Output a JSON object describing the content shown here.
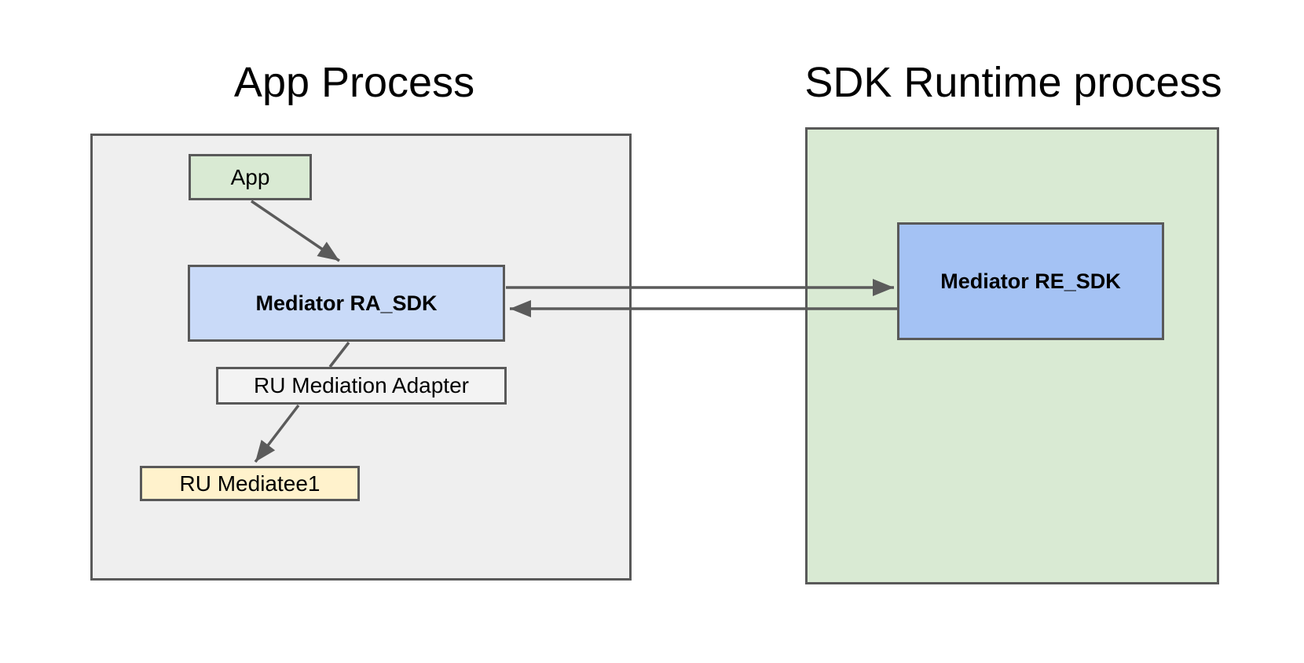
{
  "diagram": {
    "groups": [
      {
        "title": "App Process",
        "fill": "#efefef",
        "nodes": [
          {
            "id": "app",
            "label": "App",
            "fill": "#d9ead3",
            "bold": false
          },
          {
            "id": "mediator_ra_sdk",
            "label": "Mediator RA_SDK",
            "fill": "#c9daf8",
            "bold": true
          },
          {
            "id": "ru_mediation_adapter",
            "label": "RU Mediation Adapter",
            "fill": "#f3f3f3",
            "bold": false
          },
          {
            "id": "ru_mediatee1",
            "label": "RU Mediatee1",
            "fill": "#fff2cc",
            "bold": false
          }
        ]
      },
      {
        "title": "SDK Runtime process",
        "fill": "#d9ead3",
        "nodes": [
          {
            "id": "mediator_re_sdk",
            "label": "Mediator RE_SDK",
            "fill": "#a4c2f4",
            "bold": true
          }
        ]
      }
    ],
    "edges": [
      {
        "from": "app",
        "to": "mediator_ra_sdk",
        "arrowhead": true
      },
      {
        "from": "mediator_ra_sdk",
        "to": "ru_mediation_adapter",
        "arrowhead": false
      },
      {
        "from": "ru_mediation_adapter",
        "to": "ru_mediatee1",
        "arrowhead": true
      },
      {
        "from": "mediator_ra_sdk",
        "to": "mediator_re_sdk",
        "arrowhead": true
      },
      {
        "from": "mediator_re_sdk",
        "to": "mediator_ra_sdk",
        "arrowhead": true
      }
    ],
    "colors": {
      "background": "#ffffff",
      "border": "#595959",
      "arrow": "#5b5b5b",
      "text": "#000000"
    }
  }
}
